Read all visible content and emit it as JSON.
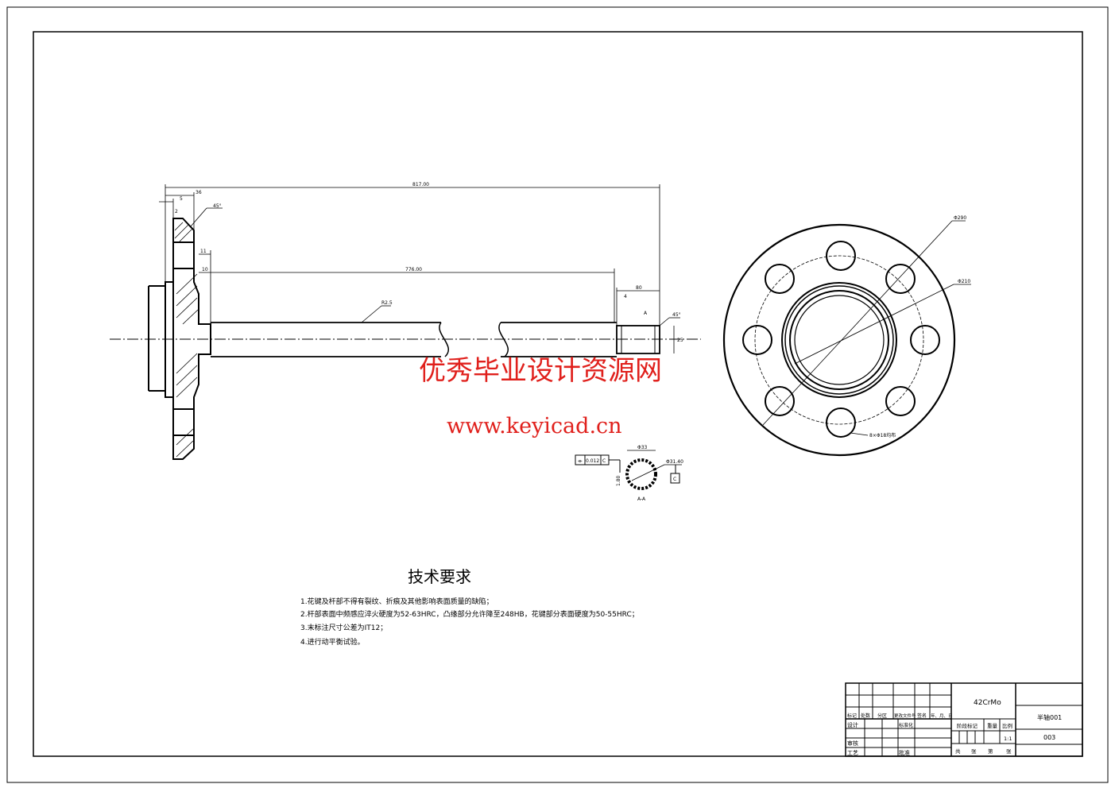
{
  "watermark": {
    "line1": "优秀毕业设计资源网",
    "line2": "www.keyicad.cn",
    "color": "#e0201c"
  },
  "side_view": {
    "dims": {
      "overall": "817.00",
      "shaft_len": "776.00",
      "flange_w": "36",
      "d5": "5",
      "d2": "2",
      "chamfer": "45°",
      "d11": "11",
      "d10": "10",
      "spline_len": "80",
      "spline_d": "4",
      "chamfer2": "45°",
      "r": "R2.5",
      "hub_d": "Φ",
      "spline_dia": "Φ",
      "spline_d2": "25",
      "a_mark": "A"
    }
  },
  "front_view": {
    "dims": {
      "outer": "Φ290",
      "bolt": "Φ210",
      "holes": "8×Φ18均布"
    }
  },
  "section": {
    "tol_symbol": "⌯",
    "tol_value": "0.012",
    "datum": "C",
    "width": "Φ33",
    "dia": "Φ31.40",
    "datum_box": "C",
    "height": "1.80",
    "label": "A-A"
  },
  "tech": {
    "title": "技术要求",
    "items": [
      "1.花键及杆部不得有裂纹、折痕及其他影响表面质量的缺陷；",
      "2.杆部表面中频感应淬火硬度为52-63HRC，凸缘部分允许降至248HB，花键部分表面硬度为50-55HRC；",
      "3.末标注尺寸公差为IT12；",
      "4.进行动平衡试验。"
    ]
  },
  "title_block": {
    "material": "42CrMo",
    "name": "半轴001",
    "code": "003",
    "headers": [
      "标记",
      "处数",
      "分区",
      "更改文件号",
      "签名",
      "年、月、日"
    ],
    "design": "设计",
    "standard": "标准化",
    "review": "审核",
    "process": "工艺",
    "approve": "批准",
    "stage": "阶段标记",
    "weight": "重量",
    "scale": "比例",
    "scale_value": "1:1",
    "sheets": [
      "共",
      "张",
      "第",
      "张"
    ]
  }
}
